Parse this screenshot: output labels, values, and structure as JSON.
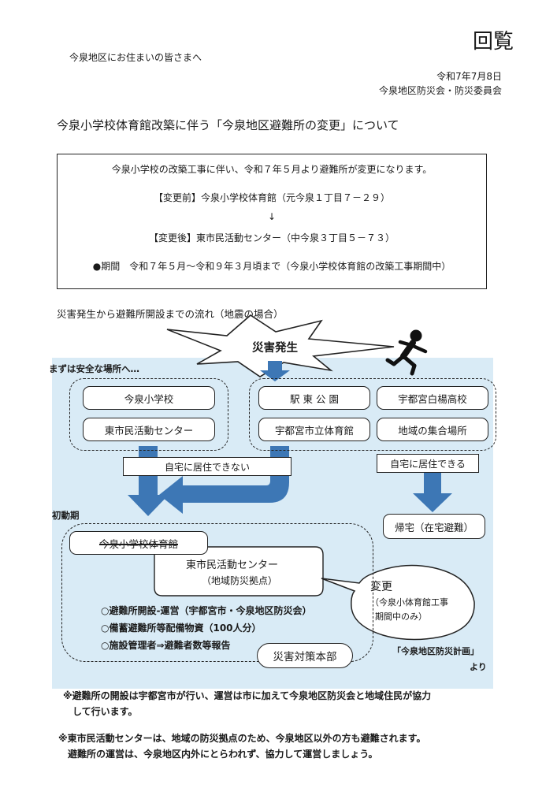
{
  "header": {
    "kairan": "回覧",
    "addressee": "今泉地区にお住まいの皆さまへ",
    "date": "令和7年7月8日",
    "sender": "今泉地区防災会・防災委員会"
  },
  "title": "今泉小学校体育館改築に伴う「今泉地区避難所の変更」について",
  "notice": {
    "intro": "今泉小学校の改築工事に伴い、令和７年５月より避難所が変更になります。",
    "before": "【変更前】今泉小学校体育館（元今泉１丁目７－２９）",
    "arrow": "↓",
    "after": "【変更後】東市民活動センター（中今泉３丁目５－７３）",
    "period": "●期間　令和７年５月～令和９年３月頃まで（今泉小学校体育館の改築工事期間中）"
  },
  "flow": {
    "title": "災害発生から避難所開設までの流れ（地震の場合）",
    "disaster": "災害発生",
    "safe_place_heading": "まずは安全な場所へ…",
    "left_group": [
      "今泉小学校",
      "東市民活動センター"
    ],
    "right_group": [
      "駅 東 公 園",
      "宇都宮白楊高校",
      "宇都宮市立体育館",
      "地域の集合場所"
    ],
    "cannot_stay": "自宅に居住できない",
    "can_stay": "自宅に居住できる",
    "return_home": "帰宅（在宅避難）",
    "initial_phase": "初動期",
    "old_shelter": "今泉小学校体育館",
    "new_shelter_line1": "東市民活動センター",
    "new_shelter_line2": "（地域防災拠点）",
    "change_bubble_title": "変更",
    "change_bubble_line1": "（今泉小体育館工事",
    "change_bubble_line2": "期間中のみ）",
    "tasks": [
      "○避難所開設-運営（宇都宮市・今泉地区防災会）",
      "○備蓄避難所等配備物資（100人分）",
      "○施設管理者⇒避難者数等報告"
    ],
    "hq": "災害対策本部",
    "source_line1": "「今泉地区防災計画」",
    "source_line2": "より"
  },
  "notes": {
    "note1_line1": "※避難所の開設は宇都宮市が行い、運営は市に加えて今泉地区防災会と地域住民が協力",
    "note1_line2": "して行います。",
    "note2_line1": "※東市民活動センターは、地域の防災拠点のため、今泉地区以外の方も避難されます。",
    "note2_line2": "避難所の運営は、今泉地区内外にとらわれず、協力して運営しましょう。"
  },
  "colors": {
    "flow_background": "#d9ebf6",
    "arrow_blue": "#3d77b5",
    "ink": "#1a1a1a"
  }
}
